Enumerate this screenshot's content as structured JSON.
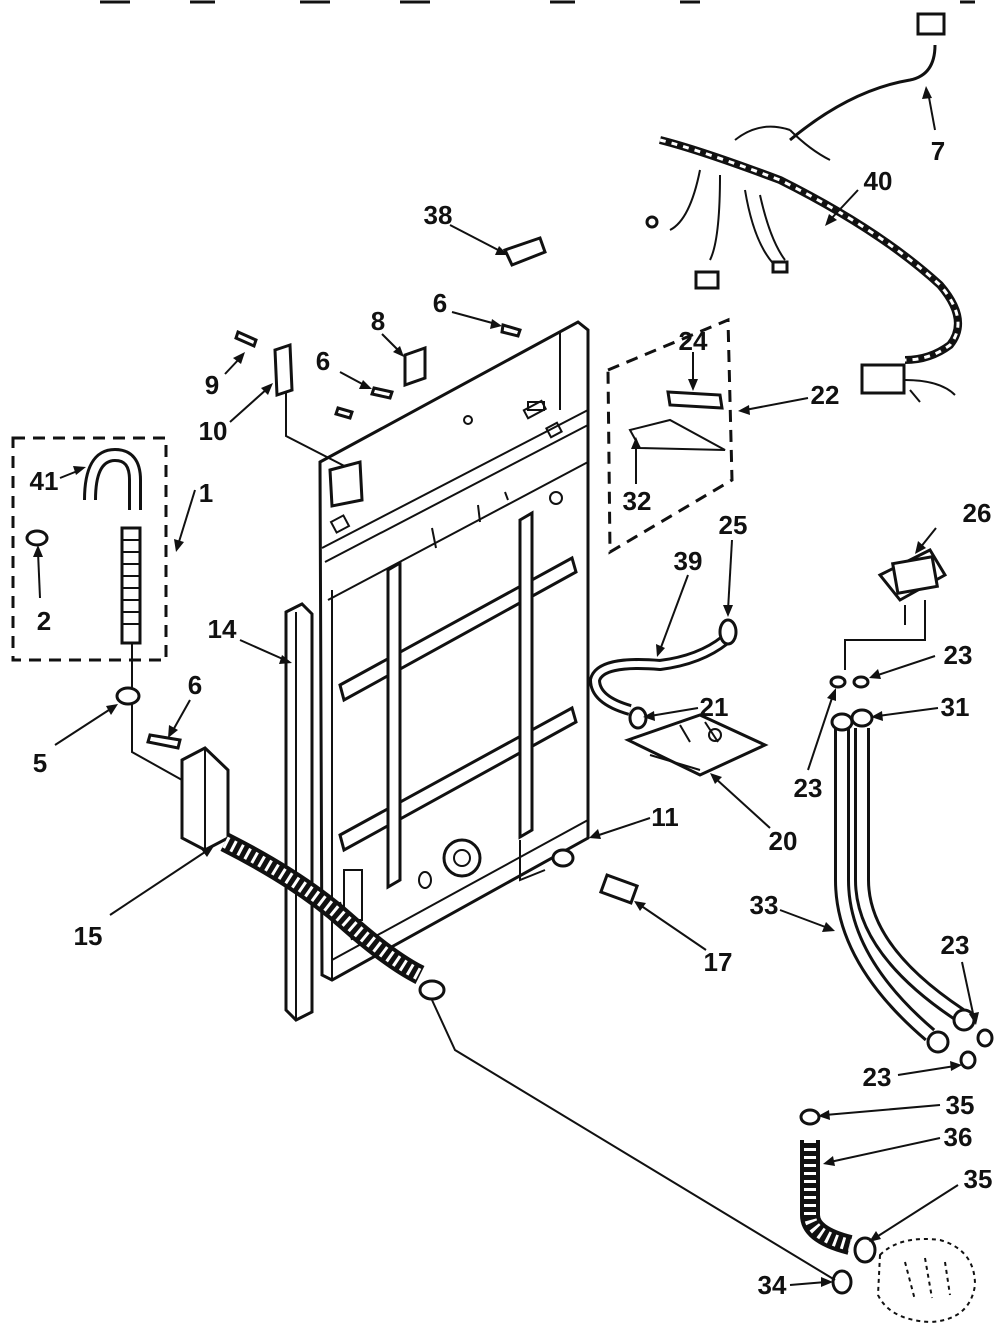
{
  "callouts": [
    {
      "id": "c7",
      "text": "7"
    },
    {
      "id": "c40",
      "text": "40"
    },
    {
      "id": "c38",
      "text": "38"
    },
    {
      "id": "c6a",
      "text": "6"
    },
    {
      "id": "c8",
      "text": "8"
    },
    {
      "id": "c9",
      "text": "9"
    },
    {
      "id": "c6b",
      "text": "6"
    },
    {
      "id": "c10",
      "text": "10"
    },
    {
      "id": "c24",
      "text": "24"
    },
    {
      "id": "c22",
      "text": "22"
    },
    {
      "id": "c41",
      "text": "41"
    },
    {
      "id": "c1",
      "text": "1"
    },
    {
      "id": "c32",
      "text": "32"
    },
    {
      "id": "c2",
      "text": "2"
    },
    {
      "id": "c25",
      "text": "25"
    },
    {
      "id": "c26",
      "text": "26"
    },
    {
      "id": "c39",
      "text": "39"
    },
    {
      "id": "c14",
      "text": "14"
    },
    {
      "id": "c23a",
      "text": "23"
    },
    {
      "id": "c6c",
      "text": "6"
    },
    {
      "id": "c21",
      "text": "21"
    },
    {
      "id": "c31",
      "text": "31"
    },
    {
      "id": "c5",
      "text": "5"
    },
    {
      "id": "c23b",
      "text": "23"
    },
    {
      "id": "c11",
      "text": "11"
    },
    {
      "id": "c20",
      "text": "20"
    },
    {
      "id": "c15",
      "text": "15"
    },
    {
      "id": "c33",
      "text": "33"
    },
    {
      "id": "c17",
      "text": "17"
    },
    {
      "id": "c23c",
      "text": "23"
    },
    {
      "id": "c23d",
      "text": "23"
    },
    {
      "id": "c35a",
      "text": "35"
    },
    {
      "id": "c36",
      "text": "36"
    },
    {
      "id": "c35b",
      "text": "35"
    },
    {
      "id": "c34",
      "text": "34"
    }
  ]
}
